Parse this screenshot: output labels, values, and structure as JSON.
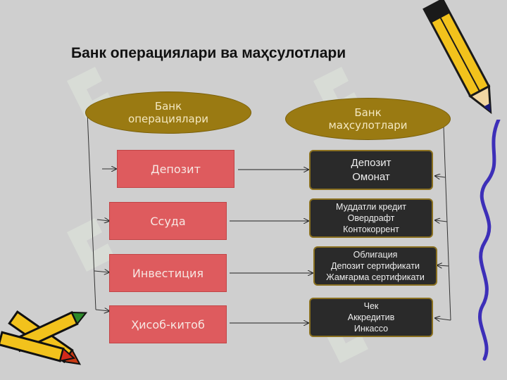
{
  "title": "Банк операциялари ва маҳсулотлари",
  "headers": {
    "operations": [
      "Банк",
      "операциялари"
    ],
    "products": [
      "Банк",
      "маҳсулотлари"
    ]
  },
  "operations": [
    "Депозит",
    "Ссуда",
    "Инвестиция",
    "Ҳисоб-китоб"
  ],
  "products": [
    [
      "Депозит",
      "Омонат"
    ],
    [
      "Муддатли кредит",
      "Овердрафт",
      "Контокоррент"
    ],
    [
      "Облигация",
      "Депозит сертификати",
      "Жамғарма сертификати"
    ],
    [
      "Чек",
      "Аккредитив",
      "Инкассо"
    ]
  ],
  "colors": {
    "background": "#cfcfcf",
    "header_ellipse": "#9a7a12",
    "operation_box": "#de5b5e",
    "product_box": "#2a2a2a"
  },
  "icons": [
    "pencil-icon",
    "crayons-icon",
    "watermark-logo"
  ]
}
